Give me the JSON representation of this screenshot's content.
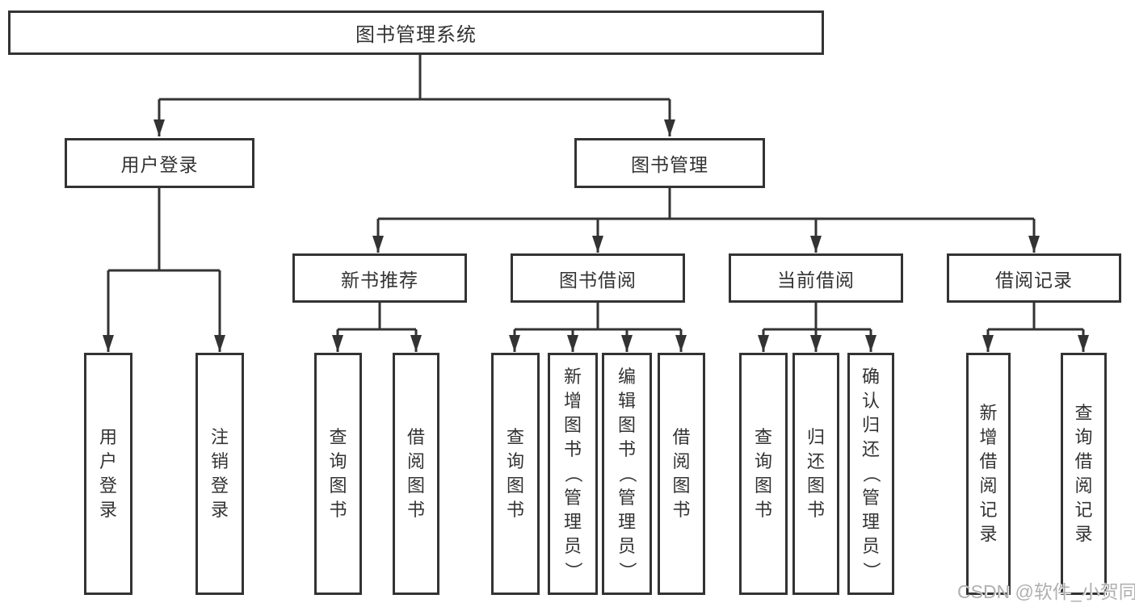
{
  "diagram": {
    "type": "hierarchy-chart",
    "colors": {
      "line": "#333333",
      "box_border": "#333333",
      "text": "#333333",
      "background": "#ffffff",
      "watermark": "#b0b0b0"
    },
    "watermark": "CSDN @软件_小贺同学",
    "tree": {
      "label": "图书管理系统",
      "children": [
        {
          "label": "用户登录",
          "children": [
            {
              "label": "用户登录"
            },
            {
              "label": "注销登录"
            }
          ]
        },
        {
          "label": "图书管理",
          "children": [
            {
              "label": "新书推荐",
              "children": [
                {
                  "label": "查询图书"
                },
                {
                  "label": "借阅图书"
                }
              ]
            },
            {
              "label": "图书借阅",
              "children": [
                {
                  "label": "查询图书"
                },
                {
                  "label": "新增图书（管理员）"
                },
                {
                  "label": "编辑图书（管理员）"
                },
                {
                  "label": "借阅图书"
                }
              ]
            },
            {
              "label": "当前借阅",
              "children": [
                {
                  "label": "查询图书"
                },
                {
                  "label": "归还图书"
                },
                {
                  "label": "确认归还（管理员）"
                }
              ]
            },
            {
              "label": "借阅记录",
              "children": [
                {
                  "label": "新增借阅记录"
                },
                {
                  "label": "查询借阅记录"
                }
              ]
            }
          ]
        }
      ]
    }
  }
}
